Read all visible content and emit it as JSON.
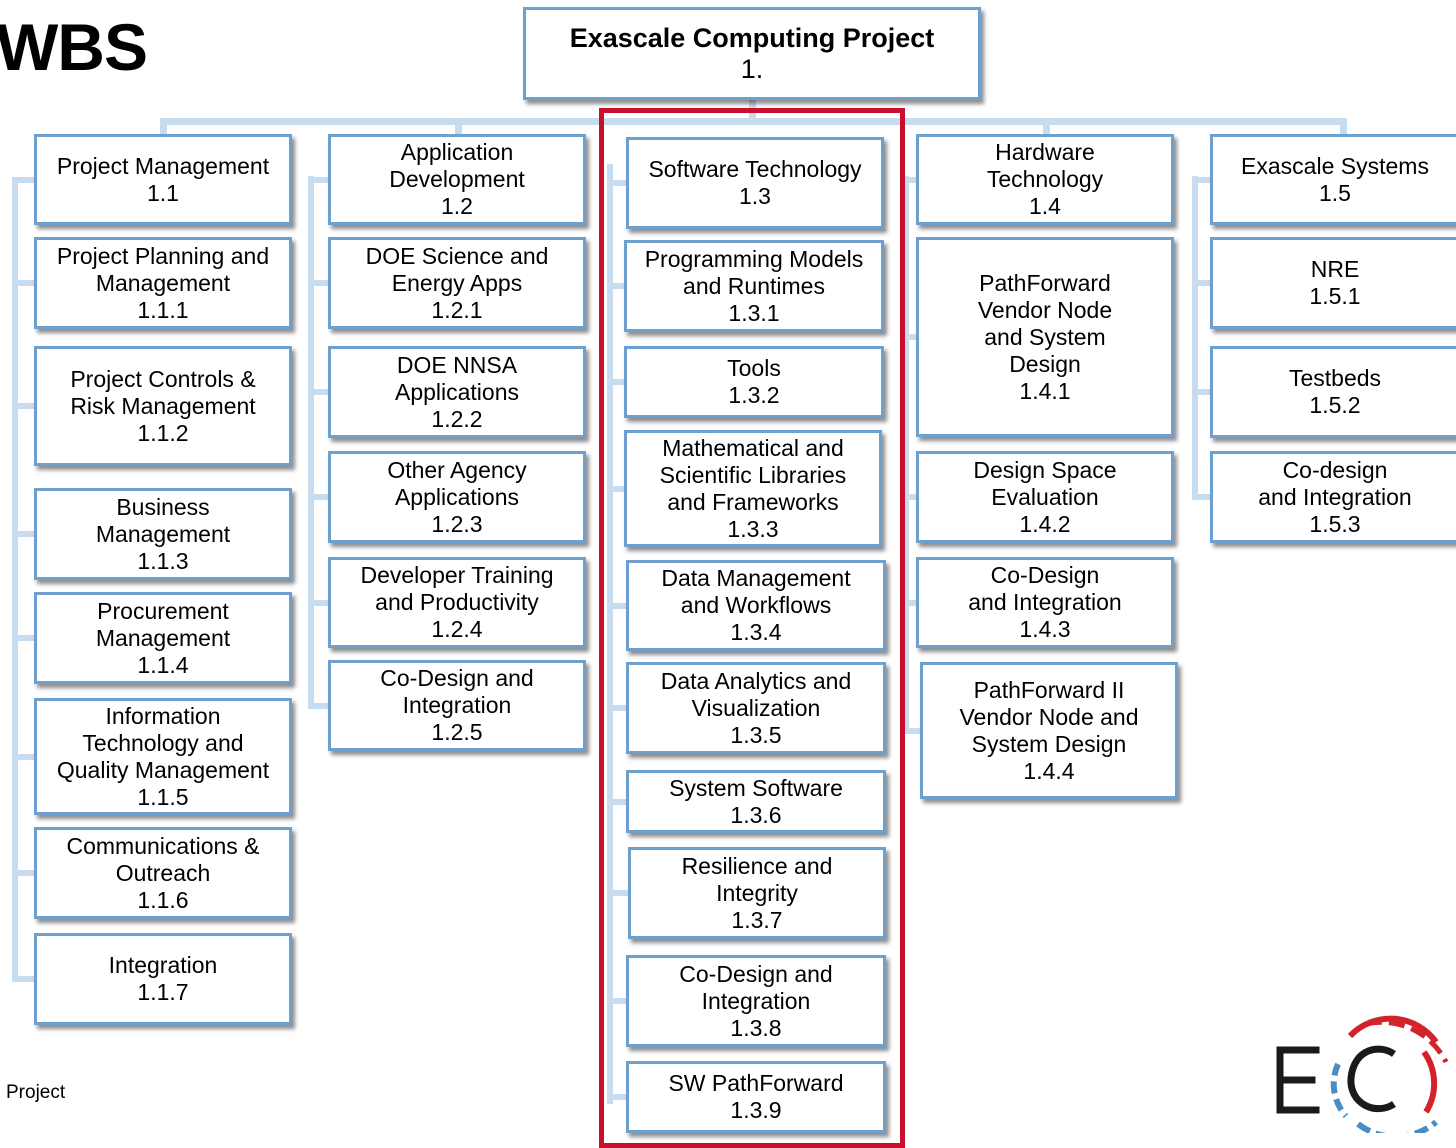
{
  "title": "WBS",
  "footer": "Project",
  "root": {
    "label": "Exascale Computing Project",
    "num": "1."
  },
  "col1": {
    "head": {
      "label": "Project Management",
      "num": "1.1"
    },
    "items": [
      {
        "label": "Project Planning and\nManagement",
        "num": "1.1.1"
      },
      {
        "label": "Project Controls &\nRisk Management",
        "num": "1.1.2"
      },
      {
        "label": "Business\nManagement",
        "num": "1.1.3"
      },
      {
        "label": "Procurement\nManagement",
        "num": "1.1.4"
      },
      {
        "label": "Information\nTechnology and\nQuality Management",
        "num": "1.1.5"
      },
      {
        "label": "Communications &\nOutreach",
        "num": "1.1.6"
      },
      {
        "label": "Integration",
        "num": "1.1.7"
      }
    ]
  },
  "col2": {
    "head": {
      "label": "Application\nDevelopment",
      "num": "1.2"
    },
    "items": [
      {
        "label": "DOE Science and\nEnergy Apps",
        "num": "1.2.1"
      },
      {
        "label": "DOE NNSA\nApplications",
        "num": "1.2.2"
      },
      {
        "label": "Other Agency\nApplications",
        "num": "1.2.3"
      },
      {
        "label": "Developer Training\nand Productivity",
        "num": "1.2.4"
      },
      {
        "label": "Co-Design and\nIntegration",
        "num": "1.2.5"
      }
    ]
  },
  "col3": {
    "head": {
      "label": "Software Technology",
      "num": "1.3"
    },
    "items": [
      {
        "label": "Programming Models\nand Runtimes",
        "num": "1.3.1"
      },
      {
        "label": "Tools",
        "num": "1.3.2"
      },
      {
        "label": "Mathematical and\nScientific Libraries\nand Frameworks",
        "num": "1.3.3"
      },
      {
        "label": "Data Management\nand Workflows",
        "num": "1.3.4"
      },
      {
        "label": "Data Analytics and\nVisualization",
        "num": "1.3.5"
      },
      {
        "label": "System Software",
        "num": "1.3.6"
      },
      {
        "label": "Resilience and\nIntegrity",
        "num": "1.3.7"
      },
      {
        "label": "Co-Design and\nIntegration",
        "num": "1.3.8"
      },
      {
        "label": "SW PathForward",
        "num": "1.3.9"
      }
    ]
  },
  "col4": {
    "head": {
      "label": "Hardware\nTechnology",
      "num": "1.4"
    },
    "items": [
      {
        "label": "PathForward\nVendor Node\nand System\nDesign",
        "num": "1.4.1"
      },
      {
        "label": "Design Space\nEvaluation",
        "num": "1.4.2"
      },
      {
        "label": "Co-Design\nand Integration",
        "num": "1.4.3"
      },
      {
        "label": "PathForward II\nVendor Node and\nSystem Design",
        "num": "1.4.4"
      }
    ]
  },
  "col5": {
    "head": {
      "label": "Exascale Systems",
      "num": "1.5"
    },
    "items": [
      {
        "label": "NRE",
        "num": "1.5.1"
      },
      {
        "label": "Testbeds",
        "num": "1.5.2"
      },
      {
        "label": "Co-design\nand Integration",
        "num": "1.5.3"
      }
    ]
  },
  "colors": {
    "box_border": "#6d9fcf",
    "connector": "#c7dcef",
    "highlight": "#c8102e",
    "logo_red": "#d2232a",
    "logo_blue": "#4a8cc4"
  },
  "logo": {
    "name": "ecp-logo"
  }
}
